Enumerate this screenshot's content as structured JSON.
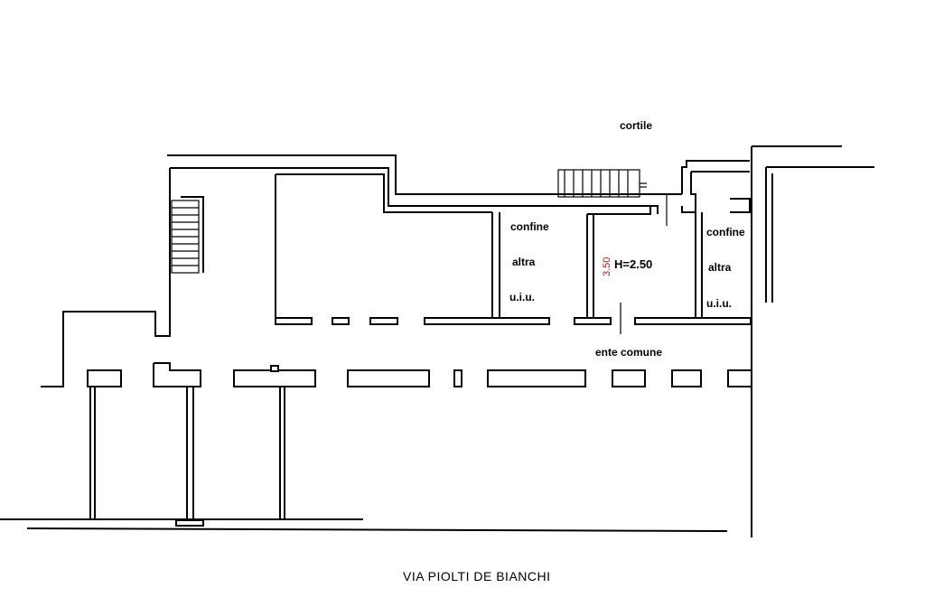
{
  "labels": {
    "courtyard": "cortile",
    "boundary_left_1": "confine",
    "boundary_left_2": "altra",
    "boundary_left_3": "u.i.u.",
    "boundary_right_1": "confine",
    "boundary_right_2": "altra",
    "boundary_right_3": "u.i.u.",
    "height": "H=2.50",
    "dimension": "3.50",
    "common_area": "ente comune",
    "street": "VIA PIOLTI DE BIANCHI"
  },
  "colors": {
    "lines": "#000000",
    "dimension_text": "#b01818",
    "background": "#ffffff"
  }
}
